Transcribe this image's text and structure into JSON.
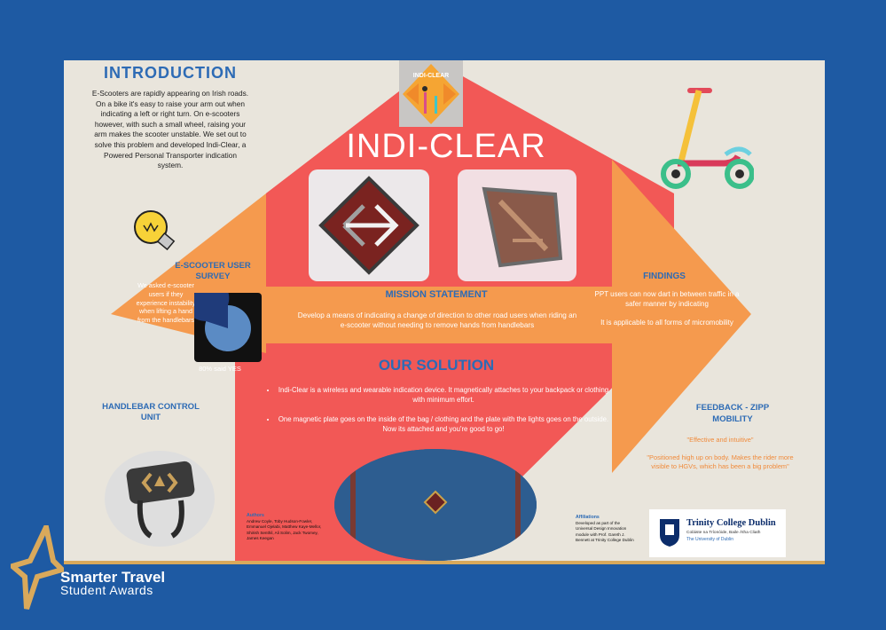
{
  "poster": {
    "title": "INDI-CLEAR",
    "logo_text": "INDI-CLEAR",
    "introduction": {
      "heading": "INTRODUCTION",
      "body": "E-Scooters are rapidly appearing on Irish roads. On a bike it's easy to raise your arm out when indicating a left or right turn. On e-scooters however, with such a small wheel, raising your arm makes the scooter unstable. We set out to solve this problem and developed Indi-Clear, a Powered Personal Transporter indication system."
    },
    "survey": {
      "heading": "E-SCOOTER USER SURVEY",
      "body": "We asked e-scooter users if they experience instability when lifting a hand from the handlebars",
      "caption": "80% said YES"
    },
    "handlebar": {
      "heading": "HANDLEBAR CONTROL UNIT"
    },
    "mission": {
      "heading": "MISSION STATEMENT",
      "body": "Develop a means of indicating a change of direction to other road users when riding an e-scooter without needing to remove hands from handlebars"
    },
    "solution": {
      "heading": "OUR SOLUTION",
      "bullets": [
        "Indi-Clear is a wireless and wearable indication device. It magnetically attaches to your backpack or clothing with minimum effort.",
        "One magnetic plate goes on the inside of the bag / clothing and the plate with the lights goes on the outside. Now its attached and you're good to go!"
      ]
    },
    "findings": {
      "heading": "FINDINGS",
      "paragraphs": [
        "PPT users can now dart in between traffic in a safer manner by indicating",
        "It is applicable to all forms of micromobility"
      ]
    },
    "feedback": {
      "heading": "FEEDBACK - ZIPP MOBILITY",
      "quotes": [
        "\"Effective and intuitive\"",
        "\"Positioned high up on body. Makes the rider more visible to HGVs, which has been a big problem\""
      ]
    },
    "authors": {
      "heading": "Authors",
      "body": "Andrew Coyle, Toby Hudson-Fowler, Emmanuel Ojelabi, Matthew Kaye-Mellor, Shirish Senthil, Ali Solim, Jack Twomey, James Keegan"
    },
    "affiliations": {
      "heading": "Affiliations",
      "body": "Developed as part of the Universal Design Innovation module with Prof. Gareth J. Bennett at Trinity College Dublin"
    },
    "tcd": {
      "name": "Trinity College Dublin",
      "irish": "Coláiste na Tríonóide, Baile Átha Cliath",
      "english": "The University of Dublin"
    }
  },
  "branding": {
    "line1": "Smarter Travel",
    "line2": "Student Awards"
  },
  "survey_pie": {
    "yes_fraction": 0.8
  },
  "colors": {
    "background": "#1e5aa3",
    "poster": "#e9e5dc",
    "coral": "#f25856",
    "orange": "#f59a4e",
    "heading_blue": "#2d6bb5",
    "gold": "#d9a95b"
  }
}
